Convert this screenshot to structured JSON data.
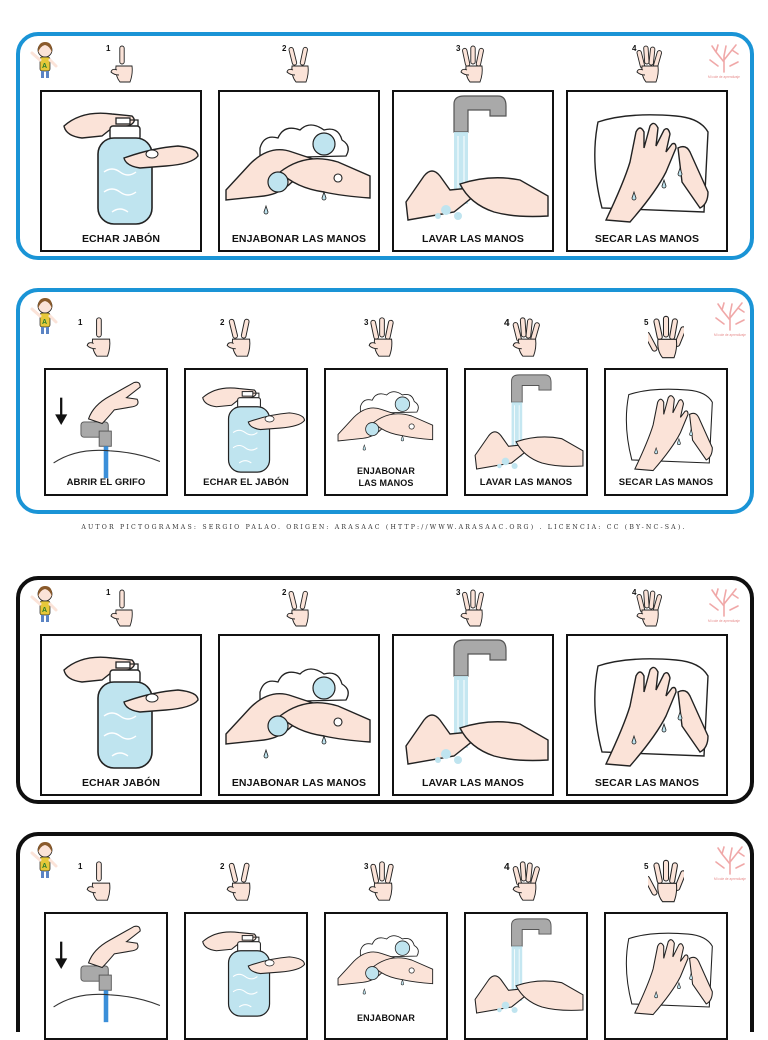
{
  "colors": {
    "blue_border": "#1a94d6",
    "black_border": "#0f0f0f",
    "water": "#bfe4ef",
    "skin": "#fbe3d8",
    "faucet": "#a9a9a9"
  },
  "icons": {
    "avatar": "child-avatar-icon",
    "logo": "coral-logo-icon",
    "hand": "counting-hand-icon"
  },
  "logo_text": "Mi cole de aprendizaje",
  "credit": "AUTOR PICTOGRAMAS: SERGIO PALAO. ORIGEN: ARASAAC (HTTP://WWW.ARASAAC.ORG) . LICENCIA: CC (BY-NC-SA).",
  "panels": [
    {
      "style": "blue",
      "steps": [
        {
          "number": "1",
          "fingers": 1,
          "label": "ECHAR JABÓN",
          "picture": "soap"
        },
        {
          "number": "2",
          "fingers": 2,
          "label": "ENJABONAR LAS MANOS",
          "picture": "lather"
        },
        {
          "number": "3",
          "fingers": 3,
          "label": "LAVAR  LAS MANOS",
          "picture": "rinse"
        },
        {
          "number": "4",
          "fingers": 4,
          "label": "SECAR  LAS MANOS",
          "picture": "dry"
        }
      ]
    },
    {
      "style": "blue",
      "steps": [
        {
          "number": "1",
          "fingers": 1,
          "label": "ABRIR EL GRIFO",
          "picture": "tap"
        },
        {
          "number": "2",
          "fingers": 2,
          "label": "ECHAR EL JABÓN",
          "picture": "soap"
        },
        {
          "number": "3",
          "fingers": 3,
          "label": "ENJABONAR\nLAS MANOS",
          "picture": "lather"
        },
        {
          "number": "4",
          "fingers": 4,
          "label": "LAVAR  LAS MANOS",
          "picture": "rinse"
        },
        {
          "number": "5",
          "fingers": 5,
          "label": "SECAR  LAS MANOS",
          "picture": "dry"
        }
      ]
    },
    {
      "style": "black",
      "steps": [
        {
          "number": "1",
          "fingers": 1,
          "label": "ECHAR JABÓN",
          "picture": "soap"
        },
        {
          "number": "2",
          "fingers": 2,
          "label": "ENJABONAR LAS MANOS",
          "picture": "lather"
        },
        {
          "number": "3",
          "fingers": 3,
          "label": "LAVAR  LAS MANOS",
          "picture": "rinse"
        },
        {
          "number": "4",
          "fingers": 4,
          "label": "SECAR  LAS MANOS",
          "picture": "dry"
        }
      ]
    },
    {
      "style": "black",
      "steps": [
        {
          "number": "1",
          "fingers": 1,
          "label": "",
          "picture": "tap"
        },
        {
          "number": "2",
          "fingers": 2,
          "label": "",
          "picture": "soap"
        },
        {
          "number": "3",
          "fingers": 3,
          "label": "ENJABONAR",
          "picture": "lather"
        },
        {
          "number": "4",
          "fingers": 4,
          "label": "",
          "picture": "rinse"
        },
        {
          "number": "5",
          "fingers": 5,
          "label": "",
          "picture": "dry"
        }
      ]
    }
  ]
}
